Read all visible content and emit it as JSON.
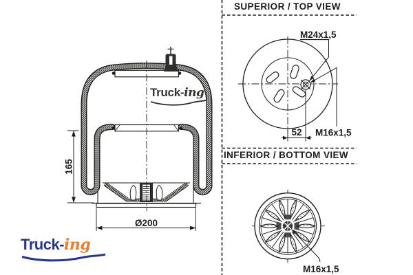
{
  "side_view": {
    "dim_height": "165",
    "dim_diameter": "Ø200",
    "watermark": {
      "part1": "Truck-",
      "part2": "ing"
    }
  },
  "top_view": {
    "title": "SUPERIOR / TOP VIEW",
    "thread_port": "M24x1,5",
    "thread_stud": "M16x1,5",
    "dim_stud_offset": "52"
  },
  "bottom_view": {
    "title": "INFERIOR / BOTTOM VIEW",
    "thread_stud": "M16x1,5"
  },
  "logo": {
    "part1": "Truck-",
    "part2": "ing"
  },
  "colors": {
    "line": "#1d1d1b",
    "logo_blue": "#26368f",
    "logo_orange": "#e87f2e"
  }
}
